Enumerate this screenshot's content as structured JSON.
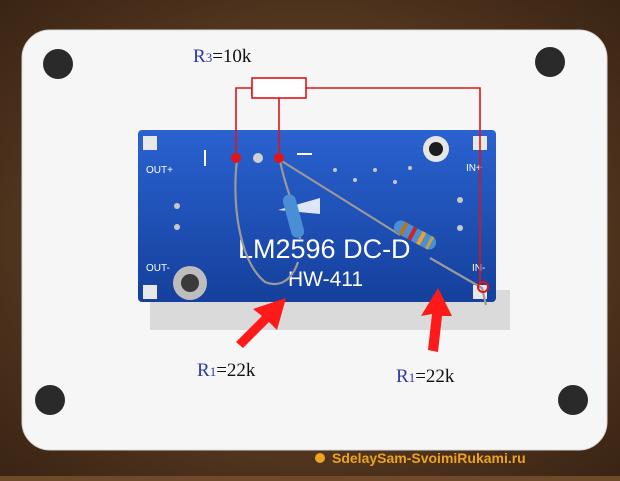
{
  "photo": {
    "board_model_line1": "LM2596 DC-D",
    "board_model_line2": "HW-411",
    "pin_labels": {
      "out_plus": "OUT+",
      "out_minus": "OUT-",
      "in_plus": "IN+",
      "in_minus": "IN-"
    },
    "annotations": {
      "r3": {
        "symbol": "R",
        "subscript": "3",
        "value": "=10k"
      },
      "r1_left": {
        "symbol": "R",
        "subscript": "1",
        "value": "=22k"
      },
      "r1_right": {
        "symbol": "R",
        "subscript": "1",
        "value": "=22k"
      }
    },
    "watermark": "SdelaySam-SvoimiRukami.ru",
    "colors": {
      "annotation_symbol": "#2a3aa8",
      "annotation_text": "#111111",
      "wire_lines": "#e01515",
      "arrows": "#ff1a1a",
      "board": "#1d4fb8",
      "plate": "#f6f6f6"
    }
  }
}
